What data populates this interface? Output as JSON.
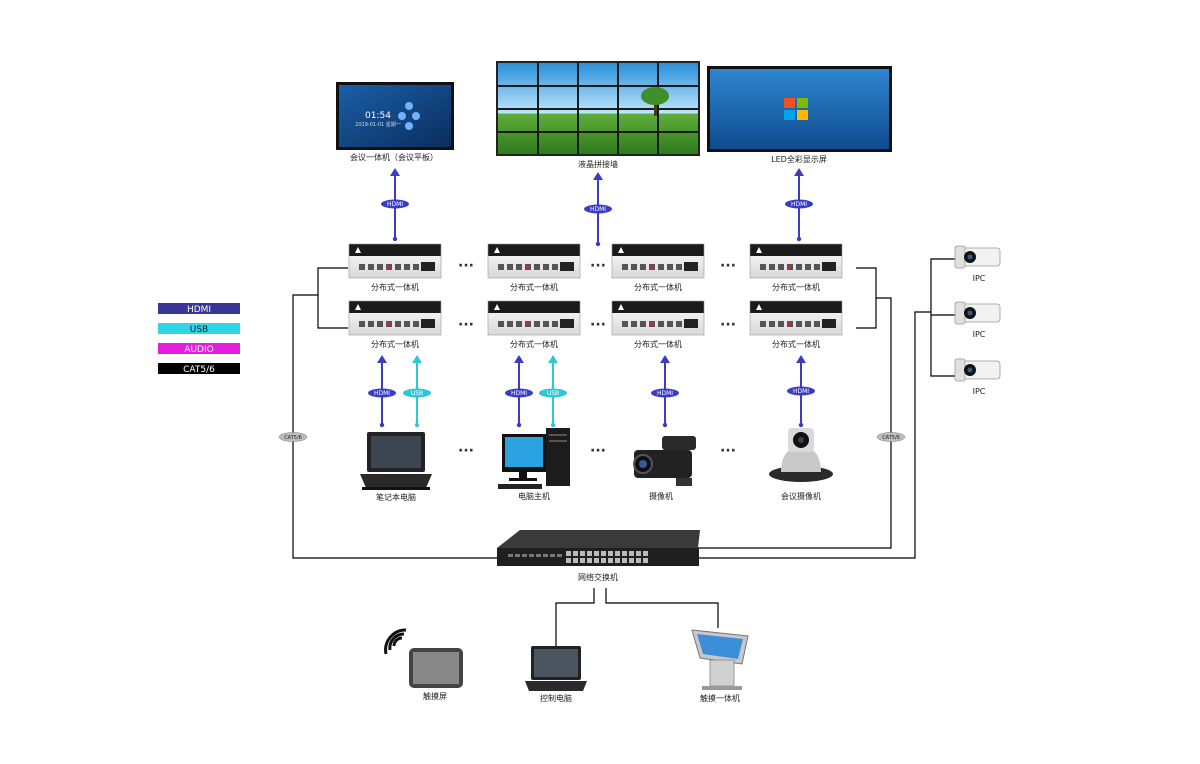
{
  "displays": {
    "conference_panel": {
      "label": "会议一体机（会议平板）",
      "clock": "01:54",
      "clock_sub": "2019-01-01  星期一"
    },
    "lcd_wall": {
      "label": "液晶拼接墙"
    },
    "led_screen": {
      "label": "LED全彩显示屏"
    }
  },
  "links": {
    "hdmi": "HDMI",
    "usb": "USB",
    "cat": "CAT5/6"
  },
  "units": {
    "label": "分布式一体机"
  },
  "ellipsis": "···",
  "legend": [
    {
      "name": "HDMI",
      "color": "#3a3596",
      "text_color": "#ffffff"
    },
    {
      "name": "USB",
      "color": "#2fd6e8",
      "text_color": "#1a1a1a"
    },
    {
      "name": "AUDIO",
      "color": "#e81ce0",
      "text_color": "#ffffff"
    },
    {
      "name": "CAT5/6",
      "color": "#000000",
      "text_color": "#ffffff"
    }
  ],
  "sources": {
    "laptop": "笔记本电脑",
    "desktop": "电脑主机",
    "camcorder": "摄像机",
    "conf_camera": "会议摄像机"
  },
  "ipc": {
    "label": "IPC"
  },
  "switch": {
    "label": "网络交换机"
  },
  "controls": {
    "touch_screen": "触摸屏",
    "control_pc": "控制电脑",
    "kiosk": "触摸一体机"
  },
  "colors": {
    "hdmi_arrow": "#3b3bc4",
    "usb_arrow": "#2fc7d6",
    "line": "#000000"
  }
}
